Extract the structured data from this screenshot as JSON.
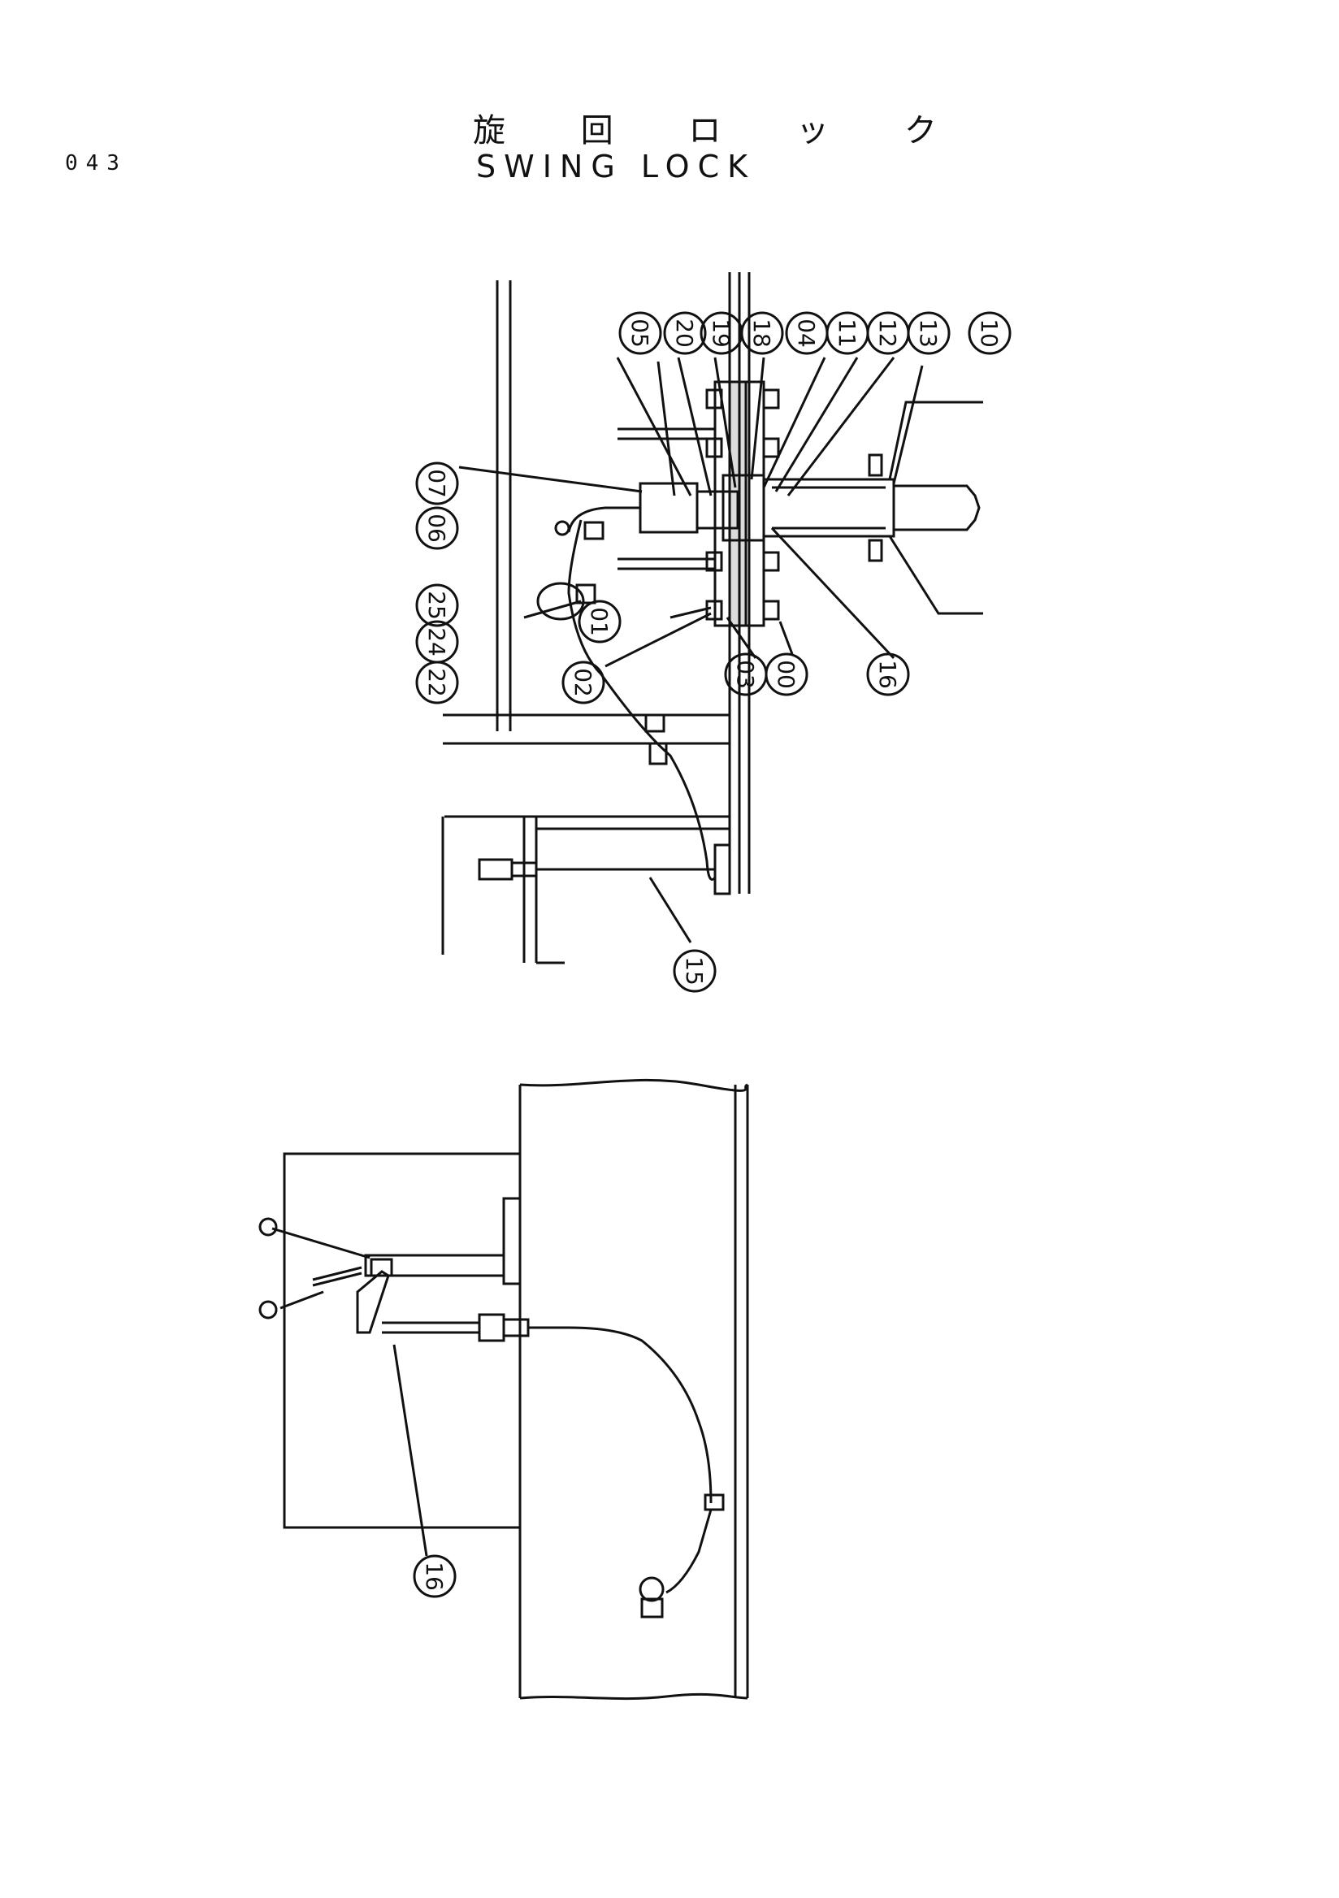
{
  "page": {
    "number": "043",
    "title_jp": "旋 回 ロ ッ ク",
    "title_en": "SWING LOCK"
  },
  "diagram": {
    "callouts_top": [
      "05",
      "20",
      "19",
      "18",
      "04",
      "11",
      "12",
      "13",
      "10",
      "07",
      "06",
      "22",
      "24",
      "25",
      "01",
      "02",
      "03",
      "00",
      "16",
      "15"
    ],
    "callouts_bottom": [
      "16"
    ]
  }
}
